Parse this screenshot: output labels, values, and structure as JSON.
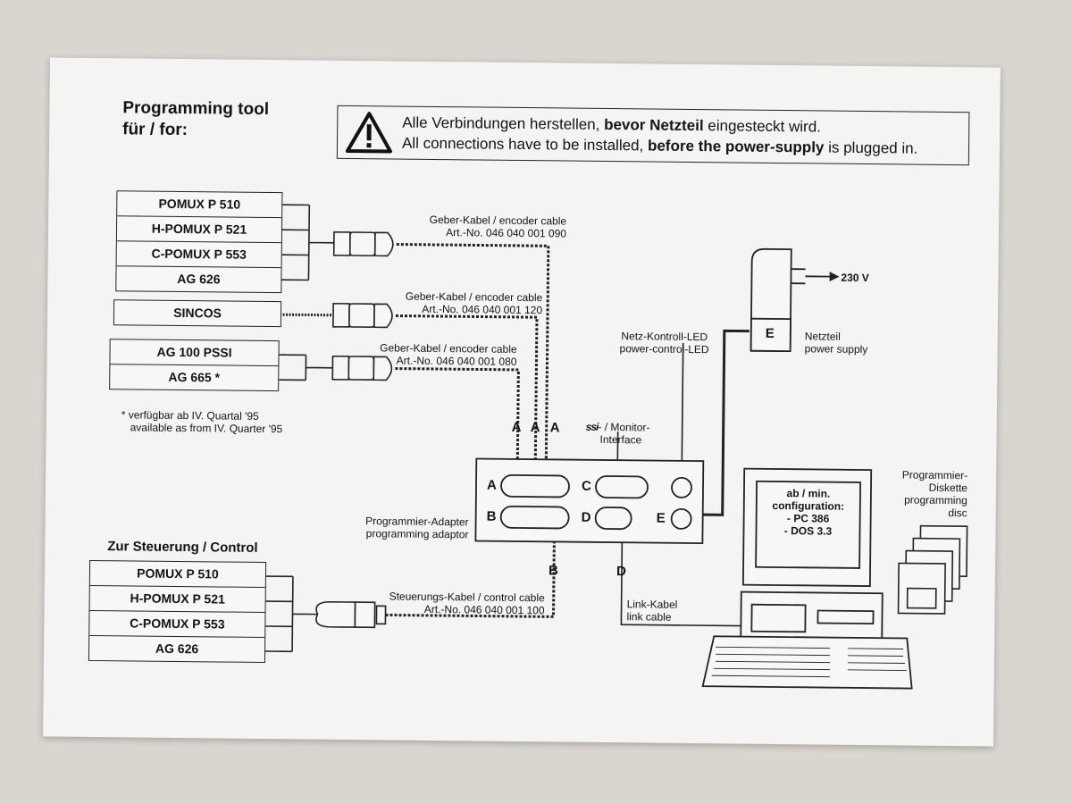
{
  "header": {
    "title_line1": "Programming tool",
    "title_line2": "für / for:"
  },
  "warning": {
    "de_pre": "Alle Verbindungen herstellen, ",
    "de_bold": "bevor Netzteil",
    "de_post": " eingesteckt wird.",
    "en_pre": "All connections have to be installed, ",
    "en_bold": "before the power-supply",
    "en_post": " is plugged in."
  },
  "device_groups": {
    "group1": [
      "POMUX P 510",
      "H-POMUX P 521",
      "C-POMUX P 553",
      "AG 626"
    ],
    "group2": [
      "SINCOS"
    ],
    "group3": [
      "AG 100 PSSI",
      "AG 665 *"
    ]
  },
  "footnote": {
    "line1": "* verfügbar ab IV. Quartal '95",
    "line2": "available as from IV. Quarter '95"
  },
  "cables": {
    "encoder1": {
      "name": "Geber-Kabel / encoder cable",
      "art": "Art.-No. 046 040 001 090"
    },
    "encoder2": {
      "name": "Geber-Kabel / encoder cable",
      "art": "Art.-No. 046 040 001 120"
    },
    "encoder3": {
      "name": "Geber-Kabel / encoder cable",
      "art": "Art.-No. 046 040 001 080"
    },
    "control": {
      "name": "Steuerungs-Kabel / control cable",
      "art": "Art.-No. 046 040 001 100"
    },
    "link": {
      "name_de": "Link-Kabel",
      "name_en": "link cable"
    }
  },
  "control_section": {
    "title": "Zur Steuerung / Control",
    "devices": [
      "POMUX P 510",
      "H-POMUX P 521",
      "C-POMUX P 553",
      "AG 626"
    ]
  },
  "adapter": {
    "label_de": "Programmier-Adapter",
    "label_en": "programming adaptor",
    "port_a": "A",
    "port_b": "B",
    "port_c": "C",
    "port_d": "D",
    "port_e": "E",
    "monitor_interface_line1": "- / Monitor-",
    "monitor_interface_line2": "Interface",
    "ssi_logo": "ssi"
  },
  "wire_labels": {
    "a": "A",
    "b": "B",
    "d": "D"
  },
  "power": {
    "led_de": "Netz-Kontroll-LED",
    "led_en": "power-control-LED",
    "voltage": "230 V",
    "unit_letter": "E",
    "label_de": "Netzteil",
    "label_en": "power supply"
  },
  "computer": {
    "screen_line1": "ab / min.",
    "screen_line2": "configuration:",
    "screen_line3": "- PC 386",
    "screen_line4": "- DOS 3.3"
  },
  "disk": {
    "line1": "Programmier-",
    "line2": "Diskette",
    "line3": "programming",
    "line4": "disc"
  }
}
